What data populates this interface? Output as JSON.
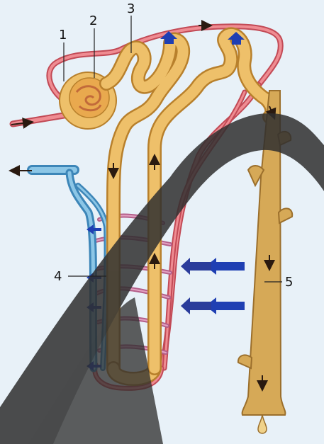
{
  "labels": {
    "one": "1",
    "two": "2",
    "three": "3",
    "four": "4",
    "five": "5"
  },
  "colors": {
    "background": "#e8f1f8",
    "tubule": "#eec06a",
    "tubule_edge": "#b8802c",
    "collecting_duct": "#c8a25a",
    "artery": "#e8707a",
    "capillary": "#c76a90",
    "vein": "#5ea8d2",
    "arrow_blue": "#1f3fb3",
    "watermark": "#333333"
  }
}
